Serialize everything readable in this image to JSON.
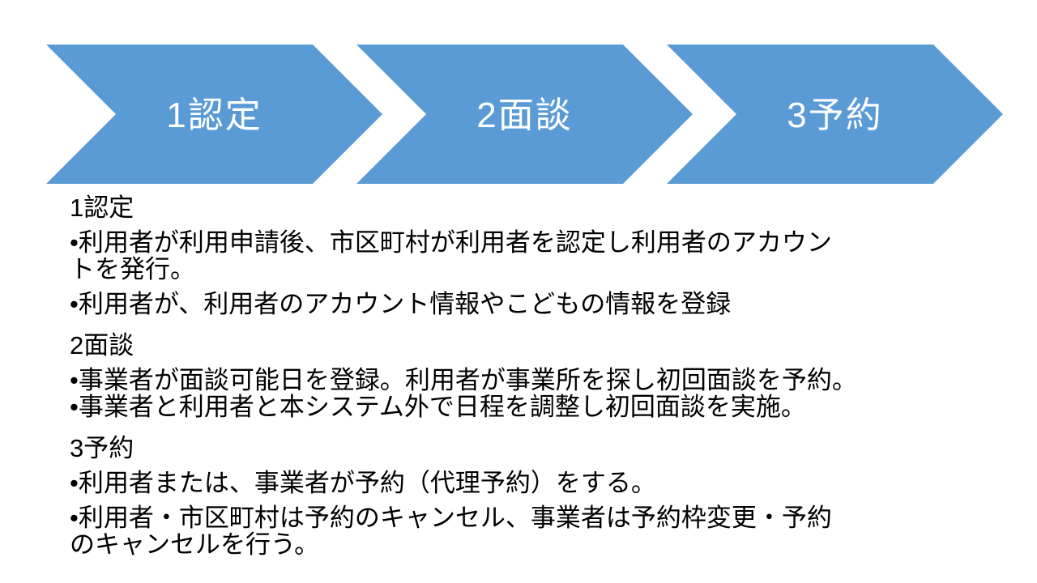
{
  "colors": {
    "chevron_blue": "#5B9BD5",
    "label_text": "#FFFFFF",
    "body_text": "#000000",
    "background": "#FFFFFF"
  },
  "process": {
    "steps": [
      {
        "label": "1認定"
      },
      {
        "label": "2面談"
      },
      {
        "label": "3予約"
      }
    ]
  },
  "sections": [
    {
      "heading": "1認定",
      "bullets": [
        {
          "lines": [
            "•利用者が利用申請後、市区町村が利用者を認定し利用者のアカウン",
            "トを発行。"
          ]
        },
        {
          "lines": [
            "•利用者が、利用者のアカウント情報やこどもの情報を登録"
          ]
        }
      ]
    },
    {
      "heading": "2面談",
      "bullets": [
        {
          "lines": [
            "•事業者が面談可能日を登録。利用者が事業所を探し初回面談を予約。"
          ]
        },
        {
          "lines": [
            "•事業者と利用者と本システム外で日程を調整し初回面談を実施。"
          ]
        }
      ]
    },
    {
      "heading": "3予約",
      "bullets": [
        {
          "lines": [
            "•利用者または、事業者が予約（代理予約）をする。"
          ]
        },
        {
          "lines": [
            "•利用者・市区町村は予約のキャンセル、事業者は予約枠変更・予約",
            "のキャンセルを行う。"
          ]
        }
      ]
    }
  ]
}
